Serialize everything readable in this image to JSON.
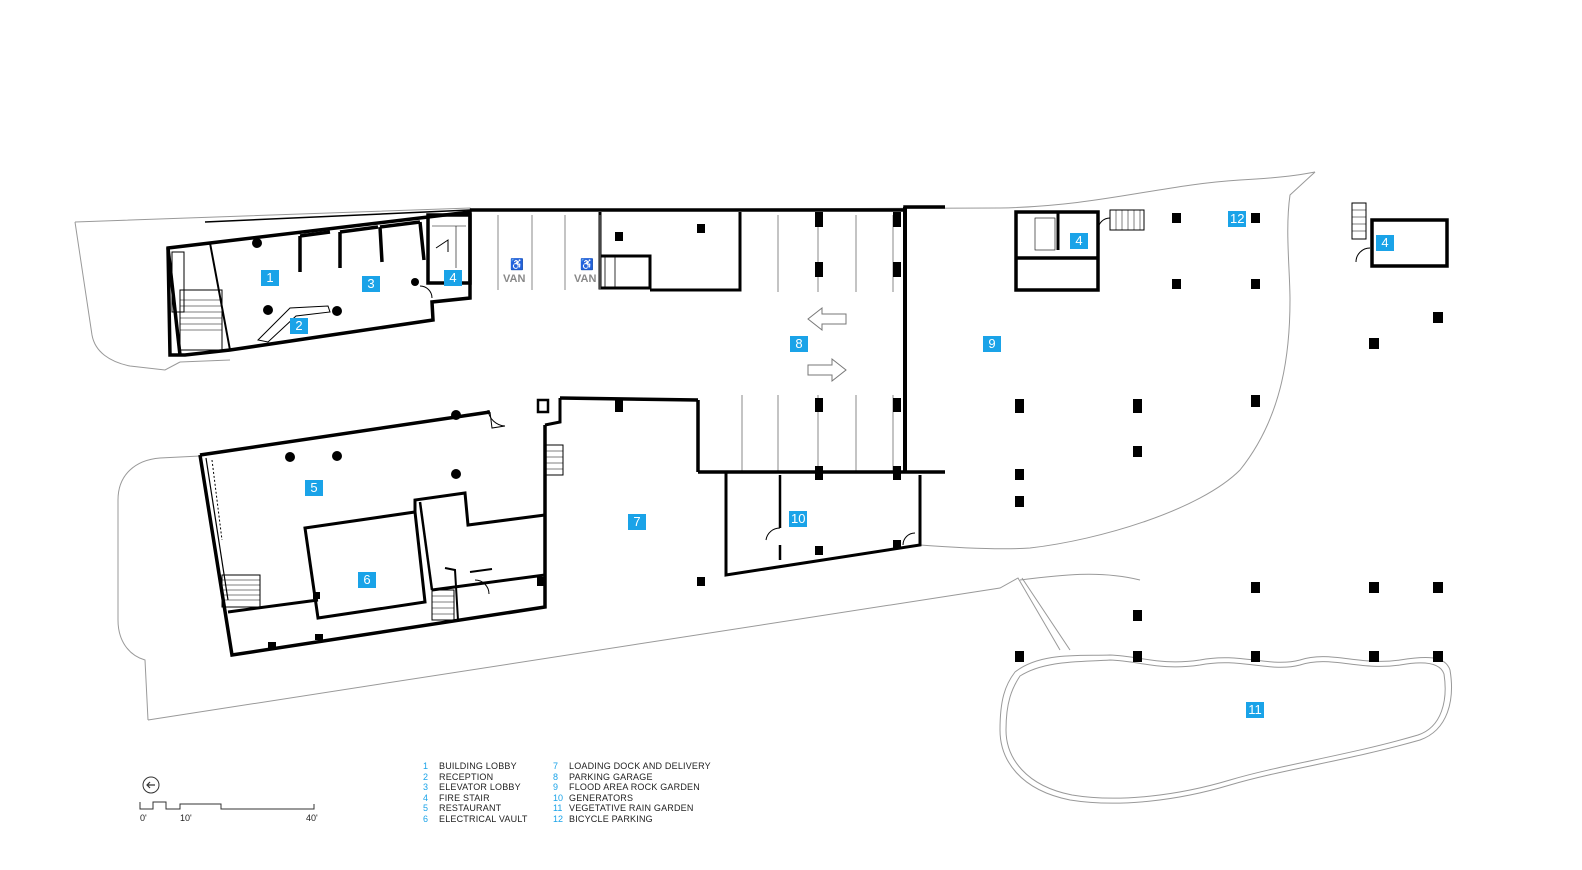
{
  "room_labels": [
    {
      "id": "1"
    },
    {
      "id": "2"
    },
    {
      "id": "3"
    },
    {
      "id": "4"
    },
    {
      "id": "5"
    },
    {
      "id": "6"
    },
    {
      "id": "7"
    },
    {
      "id": "8"
    },
    {
      "id": "9"
    },
    {
      "id": "10"
    },
    {
      "id": "11"
    },
    {
      "id": "12"
    },
    {
      "id": "4"
    },
    {
      "id": "4"
    }
  ],
  "parking_markings": [
    "VAN",
    "VAN"
  ],
  "legend": {
    "left": [
      {
        "num": "1",
        "text": "BUILDING LOBBY"
      },
      {
        "num": "2",
        "text": "RECEPTION"
      },
      {
        "num": "3",
        "text": "ELEVATOR LOBBY"
      },
      {
        "num": "4",
        "text": "FIRE STAIR"
      },
      {
        "num": "5",
        "text": "RESTAURANT"
      },
      {
        "num": "6",
        "text": "ELECTRICAL VAULT"
      }
    ],
    "right": [
      {
        "num": "7",
        "text": "LOADING DOCK AND DELIVERY"
      },
      {
        "num": "8",
        "text": "PARKING GARAGE"
      },
      {
        "num": "9",
        "text": "FLOOD AREA ROCK GARDEN"
      },
      {
        "num": "10",
        "text": "GENERATORS"
      },
      {
        "num": "11",
        "text": "VEGETATIVE RAIN GARDEN"
      },
      {
        "num": "12",
        "text": "BICYCLE PARKING"
      }
    ]
  },
  "scale_bar": {
    "labels": [
      "0'",
      "10'",
      "40'"
    ]
  },
  "north_arrow": {
    "icon": "north-arrow-icon"
  },
  "colors": {
    "label_fill": "#1aa3e8",
    "wall": "#000000",
    "site_line": "#888888"
  }
}
